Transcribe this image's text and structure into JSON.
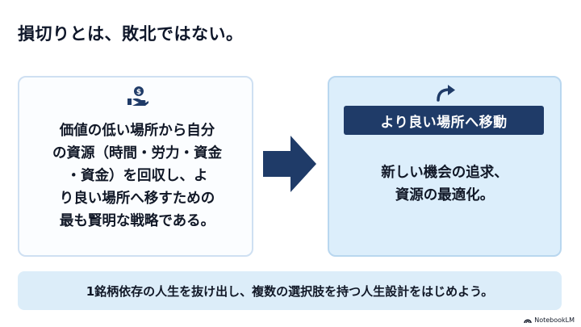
{
  "slide": {
    "title": "損切りとは、敗北ではない。"
  },
  "left_card": {
    "icon": "money-hand-icon",
    "text": "価値の低い場所から自分\nの資源（時間・労力・資金\n・資金）を回収し、よ\nり良い場所へ移すための\n最も賢明な戦略である。"
  },
  "transition": {
    "icon": "right-arrow-icon"
  },
  "right_card": {
    "icon": "redirect-arrow-icon",
    "badge": "より良い場所へ移動",
    "text": "新しい機会の追求、\n資源の最適化。"
  },
  "footer": {
    "text": "1銘柄依存の人生を抜け出し、複数の選択肢を持つ人生設計をはじめよう。"
  },
  "watermark": {
    "text": "NotebookLM"
  },
  "colors": {
    "navy": "#1f3b68",
    "light_blue": "#dceefb",
    "border_blue": "#cfe0f2"
  }
}
